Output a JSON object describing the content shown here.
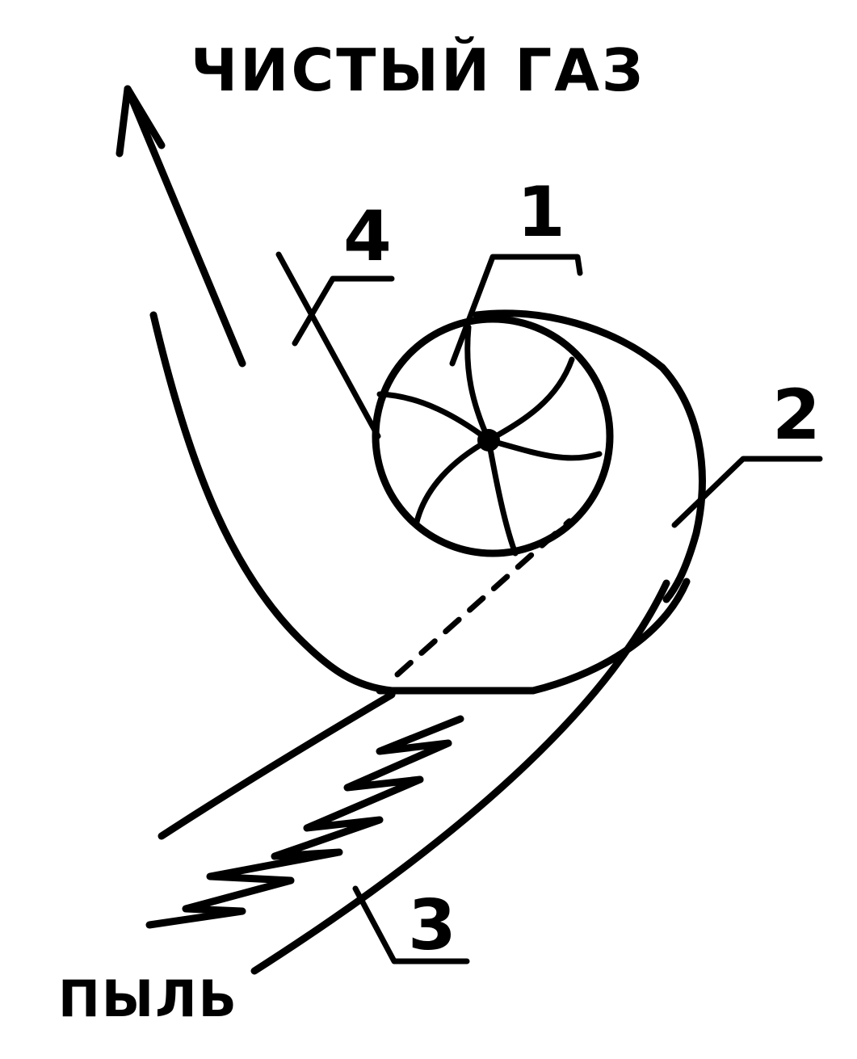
{
  "labels": {
    "top": "ЧИСТЫЙ ГАЗ",
    "bottom": "ПЫЛЬ",
    "n1": "1",
    "n2": "2",
    "n3": "3",
    "n4": "4"
  },
  "colors": {
    "ink": "#000000",
    "background": "#ffffff"
  }
}
